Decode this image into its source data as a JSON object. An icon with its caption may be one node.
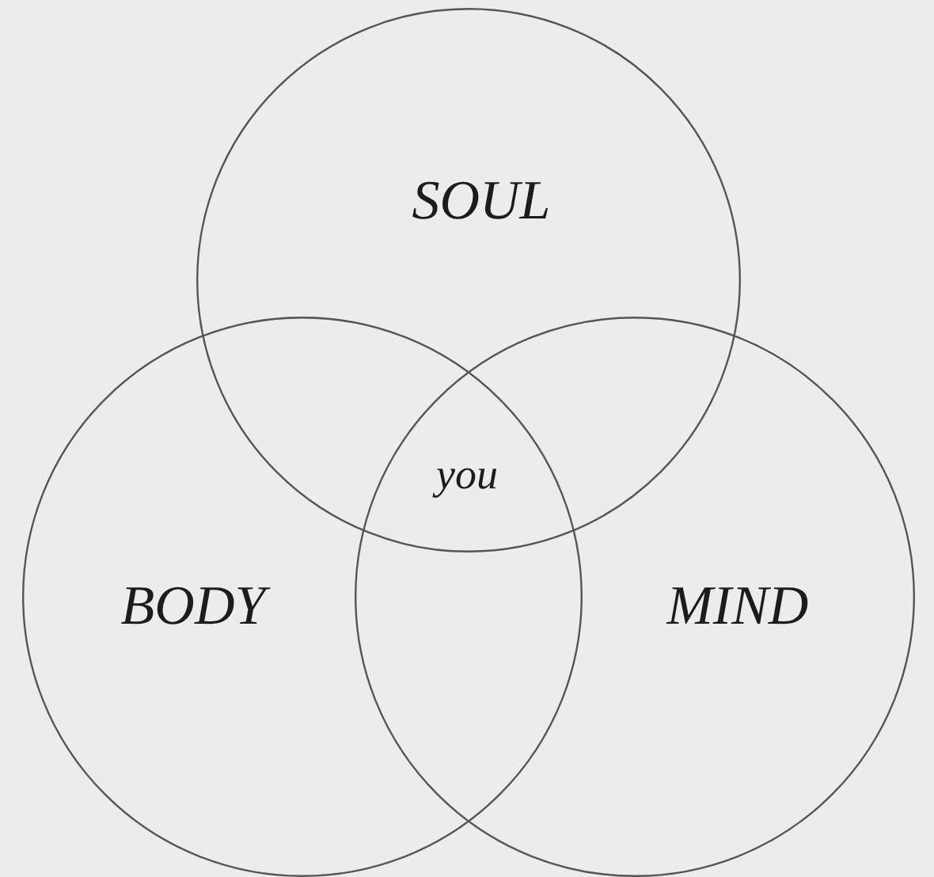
{
  "diagram": {
    "nodes": [
      {
        "text": [
          "SOUL"
        ]
      },
      {
        "text": [
          "BODY"
        ]
      },
      {
        "text": [
          "MIND"
        ]
      }
    ],
    "labels": [
      "you"
    ]
  }
}
